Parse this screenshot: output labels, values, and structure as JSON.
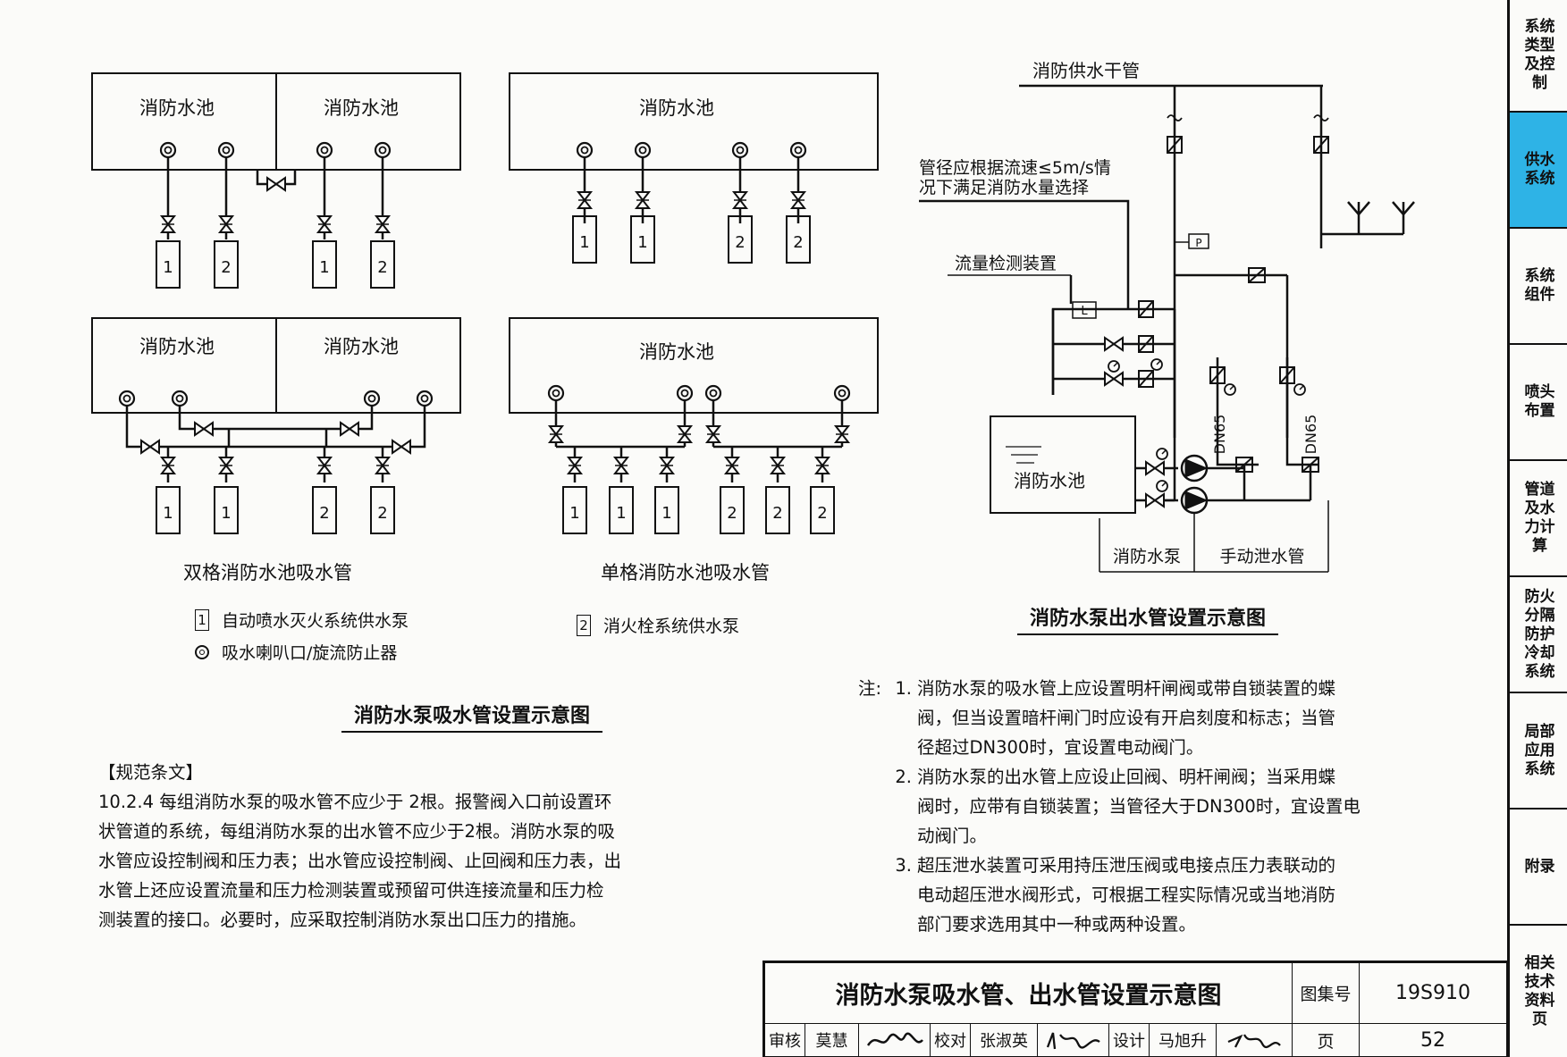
{
  "labels": {
    "pool": "消防水池",
    "main_pipe": "消防供水干管",
    "pipe_note_line1": "管径应根据流速≤5m/s情",
    "pipe_note_line2": "况下满足消防水量选择",
    "flow_device": "流量检测装置",
    "pump": "消防水泵",
    "drain": "手动泄水管",
    "dn65": "DN65",
    "p": "P",
    "l": "L",
    "one": "1",
    "two": "2"
  },
  "captions": {
    "double": "双格消防水池吸水管",
    "single": "单格消防水池吸水管"
  },
  "legend": {
    "item1": "自动喷水灭火系统供水泵",
    "item2": "消火栓系统供水泵",
    "item3": "吸水喇叭口/旋流防止器"
  },
  "figure_titles": {
    "suction": "消防水泵吸水管设置示意图",
    "outlet": "消防水泵出水管设置示意图"
  },
  "spec": {
    "heading": "【规范条文】",
    "lines": [
      "10.2.4 每组消防水泵的吸水管不应少于 2根。报警阀入口前设置环",
      "状管道的系统，每组消防水泵的出水管不应少于2根。消防水泵的吸",
      "水管应设控制阀和压力表；出水管应设控制阀、止回阀和压力表，出",
      "水管上还应设置流量和压力检测装置或预留可供连接流量和压力检",
      "测装置的接口。必要时，应采取控制消防水泵出口压力的措施。"
    ]
  },
  "notes": {
    "prefix": "注:",
    "n1": [
      "1.",
      "消防水泵的吸水管上应设置明杆闸阀或带自锁装置的蝶",
      "阀，但当设置暗杆闸门时应设有开启刻度和标志；当管",
      "径超过DN300时，宜设置电动阀门。"
    ],
    "n2": [
      "2.",
      "消防水泵的出水管上应设止回阀、明杆闸阀；当采用蝶",
      "阀时，应带有自锁装置；当管径大于DN300时，宜设置电",
      "动阀门。"
    ],
    "n3": [
      "3.",
      "超压泄水装置可采用持压泄压阀或电接点压力表联动的",
      "电动超压泄水阀形式，可根据工程实际情况或当地消防",
      "部门要求选用其中一种或两种设置。"
    ]
  },
  "sidebar": [
    "系统类型及控制",
    "供水系统",
    "系统组件",
    "喷头布置",
    "管道及水力计算",
    "防火分隔防护冷却系统",
    "局部应用系统",
    "附录",
    "相关技术资料页"
  ],
  "titleblock": {
    "title": "消防水泵吸水管、出水管设置示意图",
    "atlas_label": "图集号",
    "atlas_no": "19S910",
    "review_label": "审核",
    "review_name": "莫慧",
    "check_label": "校对",
    "check_name": "张淑英",
    "design_label": "设计",
    "design_name": "马旭升",
    "page_label": "页",
    "page_no": "52"
  },
  "colors": {
    "active_tab": "#2eb3e6",
    "line": "#111111"
  }
}
